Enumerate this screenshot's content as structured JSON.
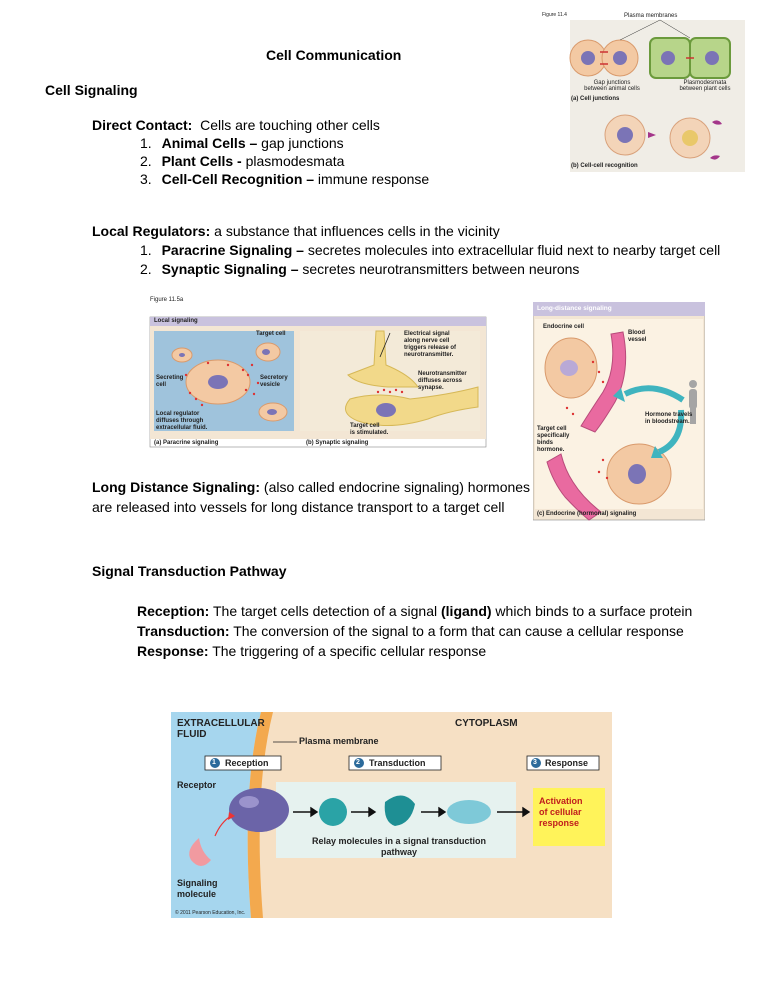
{
  "title": "Cell Communication",
  "cell_signaling": {
    "heading": "Cell Signaling",
    "direct_contact": {
      "term": "Direct Contact:",
      "desc": "  Cells are touching other cells",
      "items": [
        {
          "num": "1.",
          "term": "Animal Cells –",
          "desc": " gap junctions"
        },
        {
          "num": "2.",
          "term": "Plant Cells -",
          "desc": " plasmodesmata"
        },
        {
          "num": "3.",
          "term": "Cell-Cell Recognition –",
          "desc": " immune response"
        }
      ]
    },
    "local_regulators": {
      "term": "Local Regulators:",
      "desc": " a substance that influences cells in the vicinity",
      "items": [
        {
          "num": "1.",
          "term": "Paracrine Signaling –",
          "desc": " secretes molecules into extracellular fluid next to nearby target cell"
        },
        {
          "num": "2.",
          "term": "Synaptic Signaling –",
          "desc": " secretes neurotransmitters between neurons"
        }
      ]
    },
    "long_distance": {
      "term": "Long Distance Signaling:",
      "line1": " (also called endocrine signaling) hormones",
      "line2": "are released into vessels for long distance transport to a target cell"
    }
  },
  "transduction": {
    "heading": "Signal Transduction Pathway",
    "items": [
      {
        "term": "Reception:",
        "desc_a": " The target cells detection of a signal ",
        "bold_mid": "(ligand)",
        "desc_b": " which binds to a surface protein"
      },
      {
        "term": "Transduction:",
        "desc_a": " The conversion of the signal to a form that can cause a cellular response",
        "bold_mid": "",
        "desc_b": ""
      },
      {
        "term": "Response:",
        "desc_a": " The triggering of a specific cellular response",
        "bold_mid": "",
        "desc_b": ""
      }
    ]
  },
  "fig_junctions": {
    "fig_num": "Figure 11.4",
    "plasma_membranes": "Plasma membranes",
    "gap_junctions": "Gap junctions",
    "gap_junctions_sub": "between animal cells",
    "plasmodesmata": "Plasmodesmata",
    "plasmodesmata_sub": "between plant cells",
    "caption_a": "(a) Cell junctions",
    "caption_b": "(b) Cell-cell recognition"
  },
  "fig_local": {
    "fig_num": "Figure 11.5a",
    "panel_title": "Local signaling",
    "target_cell": "Target cell",
    "secreting_cell_1": "Secreting",
    "secreting_cell_2": "cell",
    "secretory_vesicle_1": "Secretory",
    "secretory_vesicle_2": "vesicle",
    "local_regulator_1": "Local regulator",
    "local_regulator_2": "diffuses through",
    "local_regulator_3": "extracellular fluid.",
    "electrical_1": "Electrical signal",
    "electrical_2": "along nerve cell",
    "electrical_3": "triggers release of",
    "electrical_4": "neurotransmitter.",
    "neuro_1": "Neurotransmitter",
    "neuro_2": "diffuses across",
    "neuro_3": "synapse.",
    "stim_1": "Target cell",
    "stim_2": "is stimulated.",
    "caption_a": "(a) Paracrine signaling",
    "caption_b": "(b) Synaptic signaling"
  },
  "fig_long": {
    "panel_title": "Long-distance signaling",
    "endocrine_cell": "Endocrine cell",
    "blood_1": "Blood",
    "blood_2": "vessel",
    "hormone_1": "Hormone travels",
    "hormone_2": "in bloodstream.",
    "target_1": "Target cell",
    "target_2": "specifically",
    "target_3": "binds",
    "target_4": "hormone.",
    "caption": "(c) Endocrine (hormonal) signaling"
  },
  "fig_pathway": {
    "extracellular_1": "EXTRACELLULAR",
    "extracellular_2": "FLUID",
    "cytoplasm": "CYTOPLASM",
    "plasma_membrane": "Plasma membrane",
    "step1_num": "1",
    "step1": "Reception",
    "step2_num": "2",
    "step2": "Transduction",
    "step3_num": "3",
    "step3": "Response",
    "receptor": "Receptor",
    "relay": "Relay molecules in a signal transduction",
    "relay_2": "pathway",
    "activation_1": "Activation",
    "activation_2": "of cellular",
    "activation_3": "response",
    "signaling_1": "Signaling",
    "signaling_2": "molecule",
    "copyright": "© 2011 Pearson Education, Inc."
  }
}
